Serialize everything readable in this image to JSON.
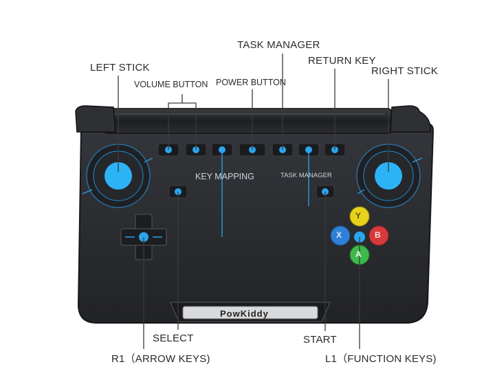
{
  "labels": {
    "task_manager_top": "TASK MANAGER",
    "return_key": "RETURN KEY",
    "left_stick": "LEFT STICK",
    "right_stick": "RIGHT STICK",
    "volume_button": "VOLUME BUTTON",
    "power_button": "POWER BUTTON",
    "key_mapping": "KEY MAPPING",
    "task_manager_device": "TASK MANAGER",
    "select": "SELECT",
    "start": "START",
    "r1_arrow_keys": "R1（ARROW KEYS)",
    "l1_function_keys": "L1（FUNCTION KEYS)"
  },
  "device": {
    "brand": "PowKiddy",
    "face_buttons": {
      "top": "Y",
      "left": "X",
      "right": "B",
      "bottom": "A"
    }
  },
  "colors": {
    "body": "#2b2d31",
    "accent_blue": "#2aa5ee",
    "button_y": "#e8d21c",
    "button_x": "#2f7fd6",
    "button_b": "#d63a3a",
    "button_a": "#3eb94a"
  }
}
